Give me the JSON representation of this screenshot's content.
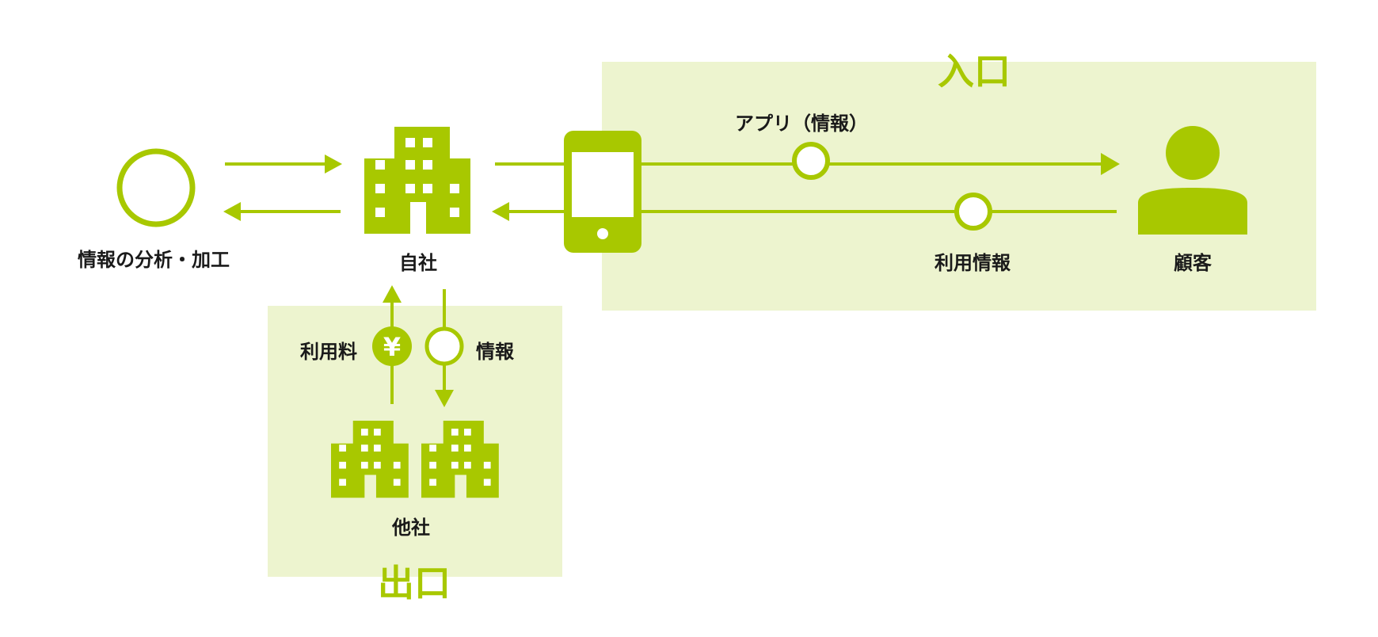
{
  "colors": {
    "accent": "#a8c800",
    "zone_fill": "#edf4cf",
    "text": "#1a1a1a"
  },
  "zones": {
    "entrance": {
      "title": "入口"
    },
    "exit": {
      "title": "出口"
    }
  },
  "nodes": {
    "analysis": {
      "label": "情報の分析・加工",
      "icon": "circle-icon"
    },
    "own_company": {
      "label": "自社",
      "icon": "building-icon"
    },
    "smartphone": {
      "icon": "smartphone-icon"
    },
    "customer": {
      "label": "顧客",
      "icon": "person-icon"
    },
    "other_companies": {
      "label": "他社",
      "icon": "building-icon"
    }
  },
  "flows": {
    "app_info": {
      "label": "アプリ（情報）"
    },
    "usage_info": {
      "label": "利用情報"
    },
    "usage_fee": {
      "label": "利用料",
      "symbol": "¥"
    },
    "info": {
      "label": "情報"
    }
  }
}
